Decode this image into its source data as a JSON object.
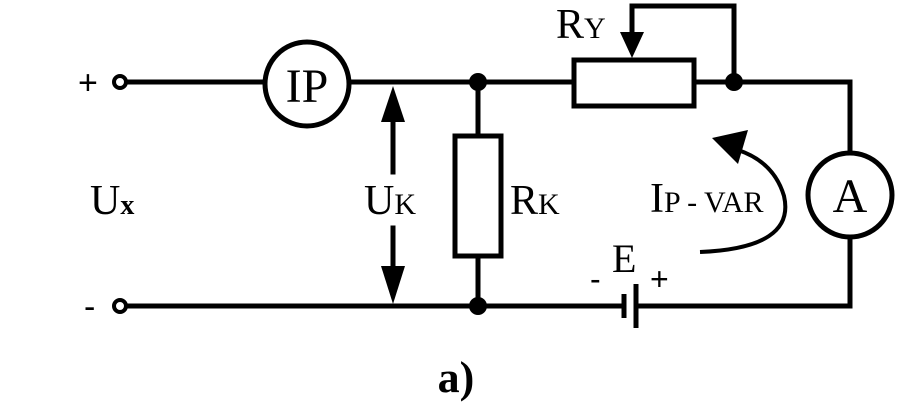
{
  "terminals": {
    "plus_sign": "+",
    "minus_sign": "-"
  },
  "labels": {
    "input_voltage_main": "U",
    "input_voltage_sub": "x",
    "meter_ip": "IP",
    "resistor_ry_main": "R",
    "resistor_ry_sub": "Y",
    "voltage_uk_main": "U",
    "voltage_uk_sub": "K",
    "resistor_rk_main": "R",
    "resistor_rk_sub": "K",
    "current_main": "I",
    "current_sub": "P - VAR",
    "ammeter": "A",
    "battery": "E",
    "battery_minus": "-",
    "battery_plus": "+"
  },
  "caption": "a)"
}
